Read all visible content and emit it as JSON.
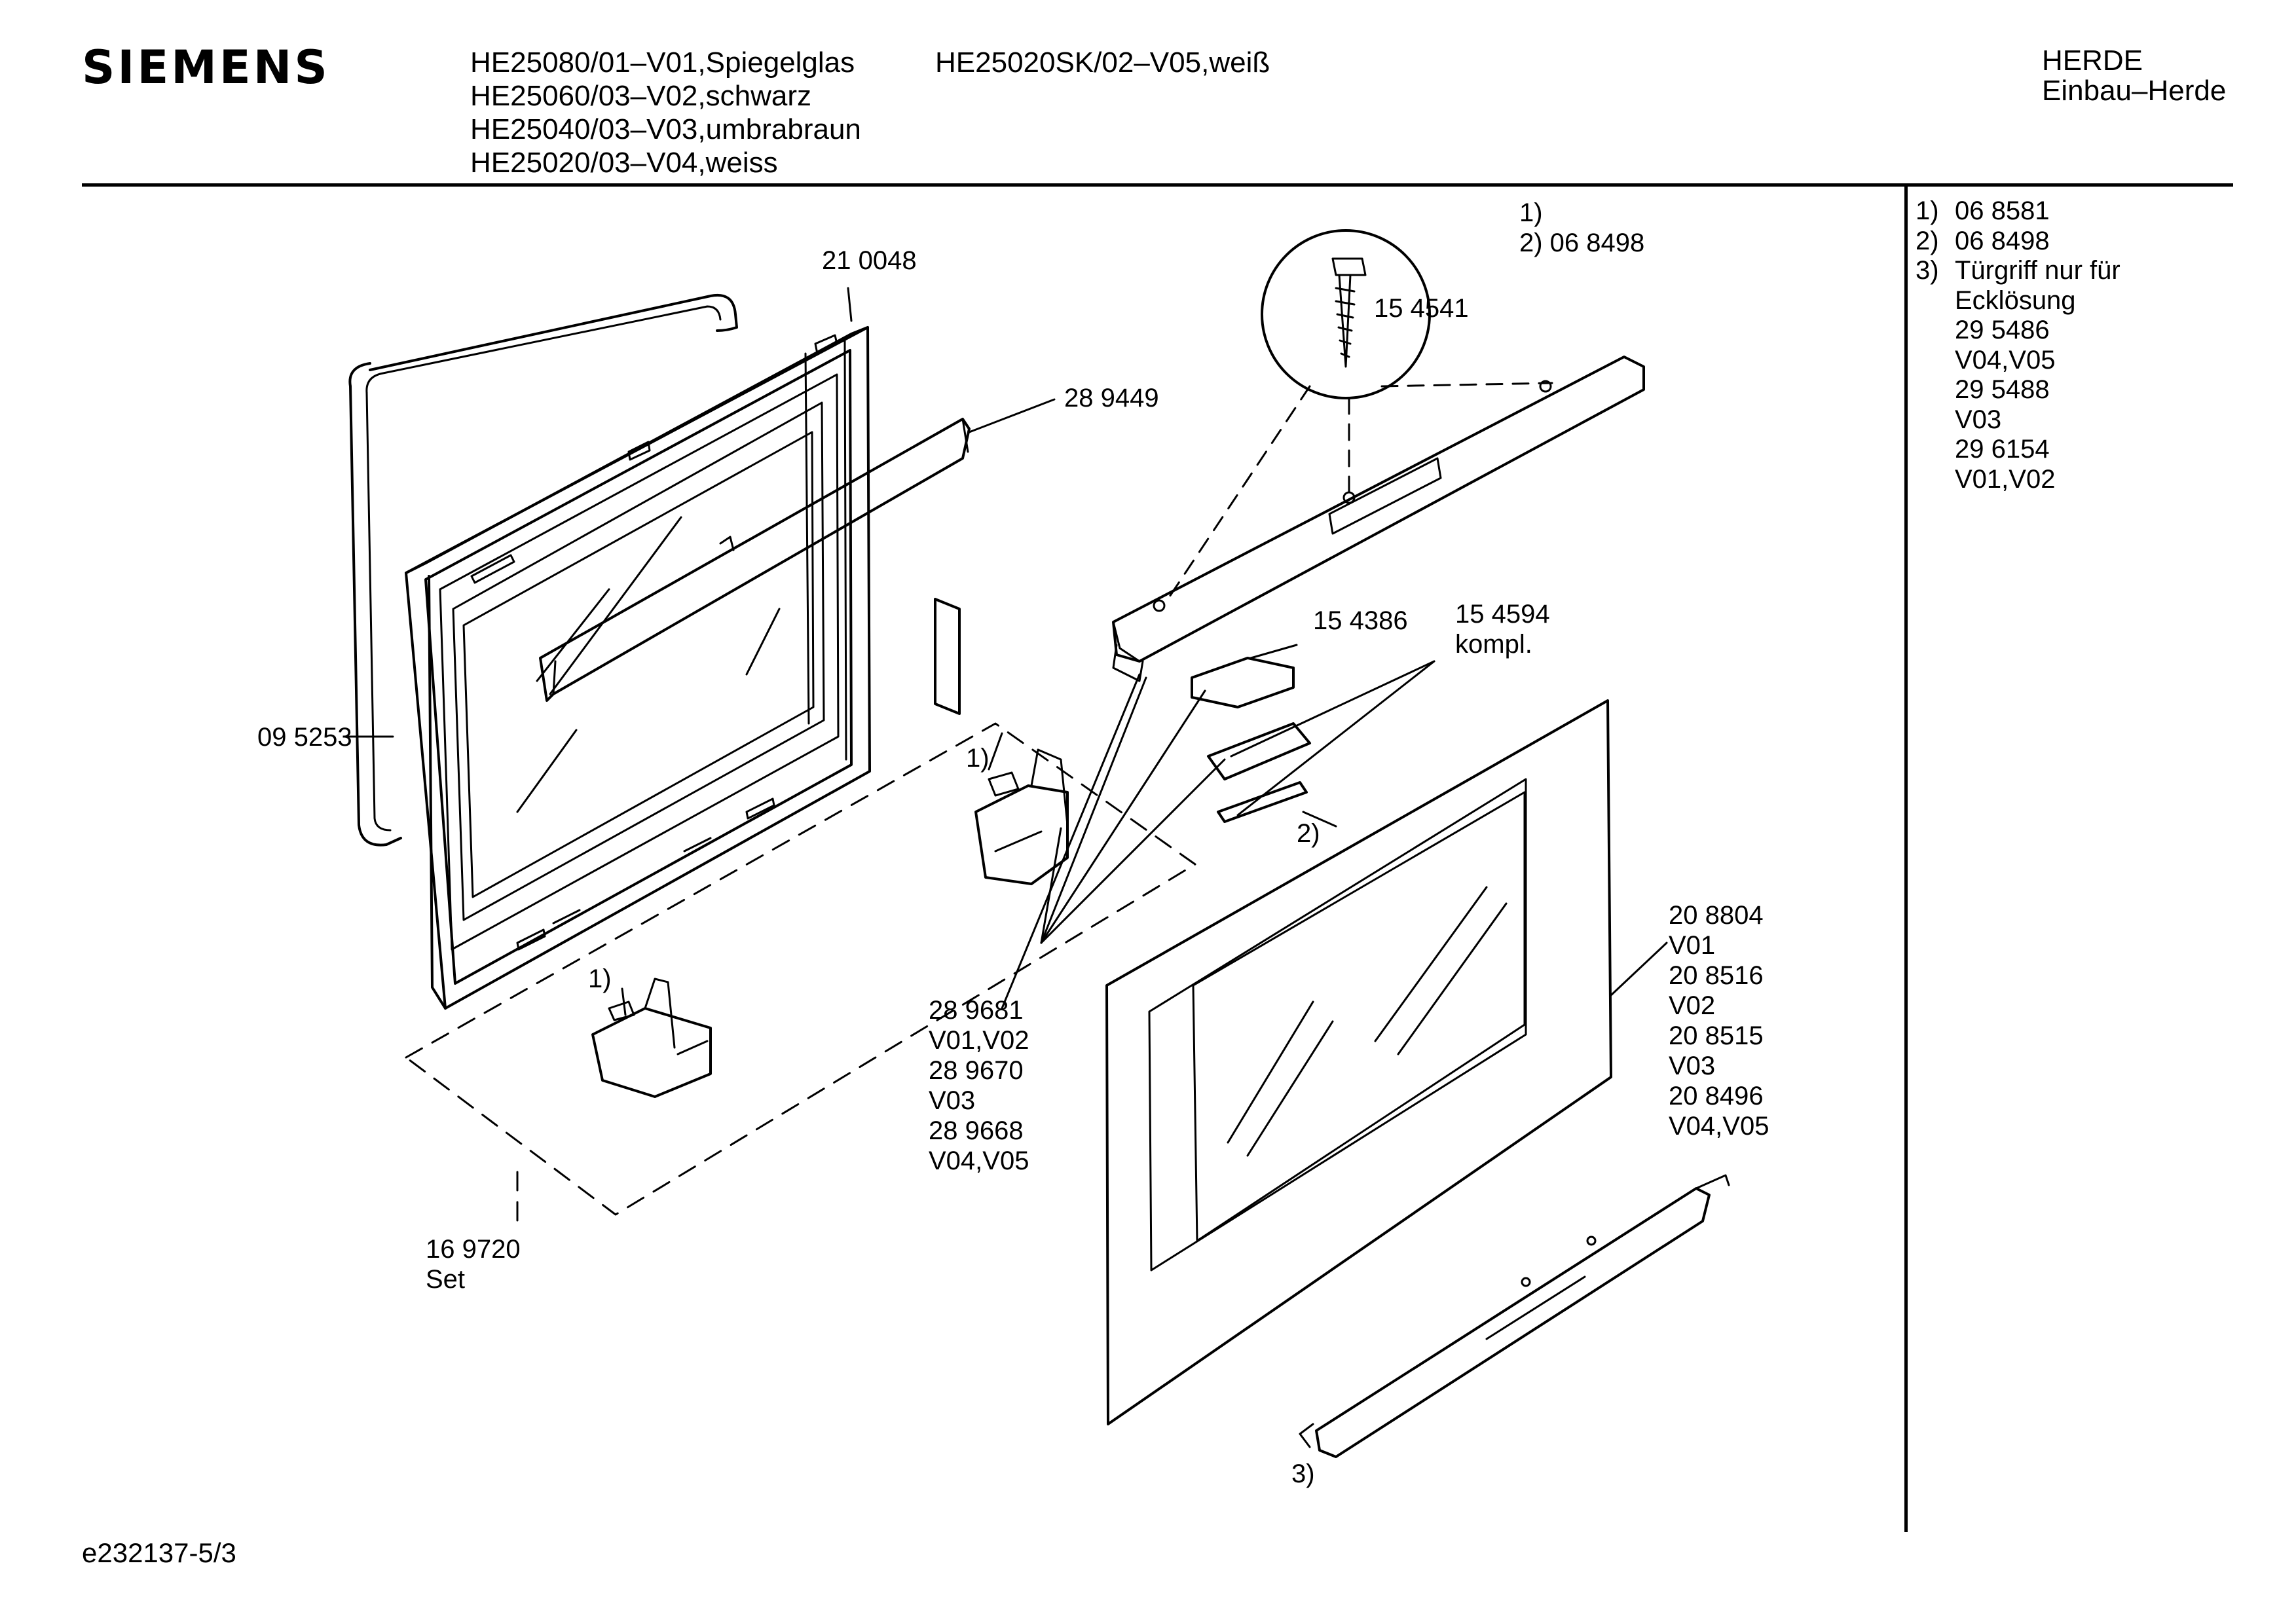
{
  "header": {
    "brand": "SIEMENS",
    "models_col1": [
      "HE25080/01–V01,Spiegelglas",
      "HE25060/03–V02,schwarz",
      "HE25040/03–V03,umbrabraun",
      "HE25020/03–V04,weiss"
    ],
    "models_col2": [
      "HE25020SK/02–V05,weiß"
    ],
    "category": [
      "HERDE",
      "Einbau–Herde"
    ]
  },
  "legend": [
    {
      "num": "1)",
      "text": "06 8581"
    },
    {
      "num": "2)",
      "text": "06 8498"
    },
    {
      "num": "3)",
      "text": "Türgriff nur für"
    },
    {
      "num": "",
      "text": "Ecklösung"
    },
    {
      "num": "",
      "text": "29 5486"
    },
    {
      "num": "",
      "text": "V04,V05"
    },
    {
      "num": "",
      "text": "29 5488"
    },
    {
      "num": "",
      "text": "V03"
    },
    {
      "num": "",
      "text": "29 6154"
    },
    {
      "num": "",
      "text": "V01,V02"
    }
  ],
  "labels": {
    "p210048": "21 0048",
    "p289449": "28 9449",
    "p095253": "09 5253",
    "top_note": [
      "1)",
      "2)  06 8498"
    ],
    "p154541": "15 4541",
    "p154386": "15 4386",
    "p154594": [
      "15 4594",
      "kompl."
    ],
    "mark1_upper": "1)",
    "mark1_lower": "1)",
    "mark2": "2)",
    "mark3": "3)",
    "p208804": [
      "20 8804",
      "V01",
      "20 8516",
      "V02",
      "20 8515",
      "V03",
      "20 8496",
      "V04,V05"
    ],
    "p289681": [
      "28 9681",
      "V01,V02",
      "28 9670",
      "V03",
      "28 9668",
      "V04,V05"
    ],
    "p169720": [
      "16 9720",
      "Set"
    ]
  },
  "footer": {
    "code": "e232137-5/3"
  }
}
